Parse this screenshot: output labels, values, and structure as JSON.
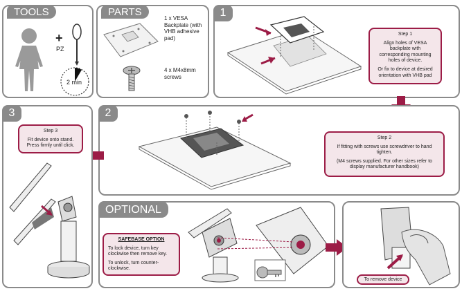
{
  "tools": {
    "title": "TOOLS",
    "pz_label": "PZ",
    "time_label": "2 min"
  },
  "parts": {
    "title": "PARTS",
    "item1": "1 x VESA Backplate (with VHB adhesive pad)",
    "item2": "4 x M4x8mm screws"
  },
  "step1": {
    "number": "1",
    "heading": "Step 1",
    "text1": "Align holes of VESA backplate with corresponding mounting holes of device.",
    "text2": "Or fix to device at desired orientation with VHB pad"
  },
  "step2": {
    "number": "2",
    "heading": "Step 2",
    "text1": "If fitting with screws use screwdriver to hand tighten.",
    "text2": "(M4 screws supplied. For other sizes refer to display manufacturer handbook)"
  },
  "step3": {
    "number": "3",
    "heading": "Step 3",
    "text1": "Fit device onto stand. Press firmly until click."
  },
  "optional": {
    "title": "OPTIONAL",
    "safebase_title": "SAFEBASE OPTION",
    "lock_text": "To lock device, turn key clockwise then remove key.",
    "unlock_text": "To unlock, turn counter-clockwise.",
    "remove_label": "To remove device"
  },
  "colors": {
    "accent": "#9c1c46",
    "callout_bg": "#f4e6ea",
    "panel_border": "#8a8a8a"
  }
}
